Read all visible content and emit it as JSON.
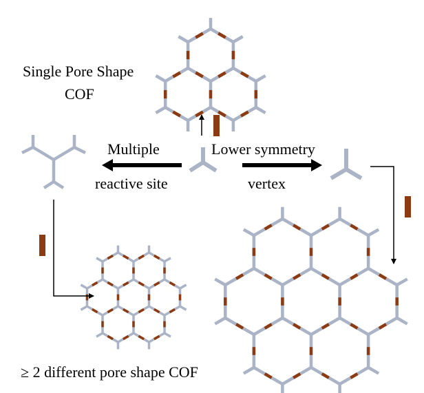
{
  "labels": {
    "single_pore_line1": "Single Pore Shape",
    "single_pore_line2": "COF",
    "multiple": "Multiple",
    "reactive_site": "reactive site",
    "lower_symmetry": "Lower symmetry",
    "vertex": "vertex",
    "multi_pore": "≥ 2 different pore shape COF"
  },
  "colors": {
    "framework": "#aab4c6",
    "linker": "#8b3a12",
    "arrow": "#000000",
    "text": "#000000"
  },
  "icons": {
    "center_node": "tritopic-node-icon",
    "left_node": "extended-tritopic-node-icon",
    "right_node": "distorted-tritopic-node-icon",
    "linker": "ditopic-linker-icon"
  }
}
